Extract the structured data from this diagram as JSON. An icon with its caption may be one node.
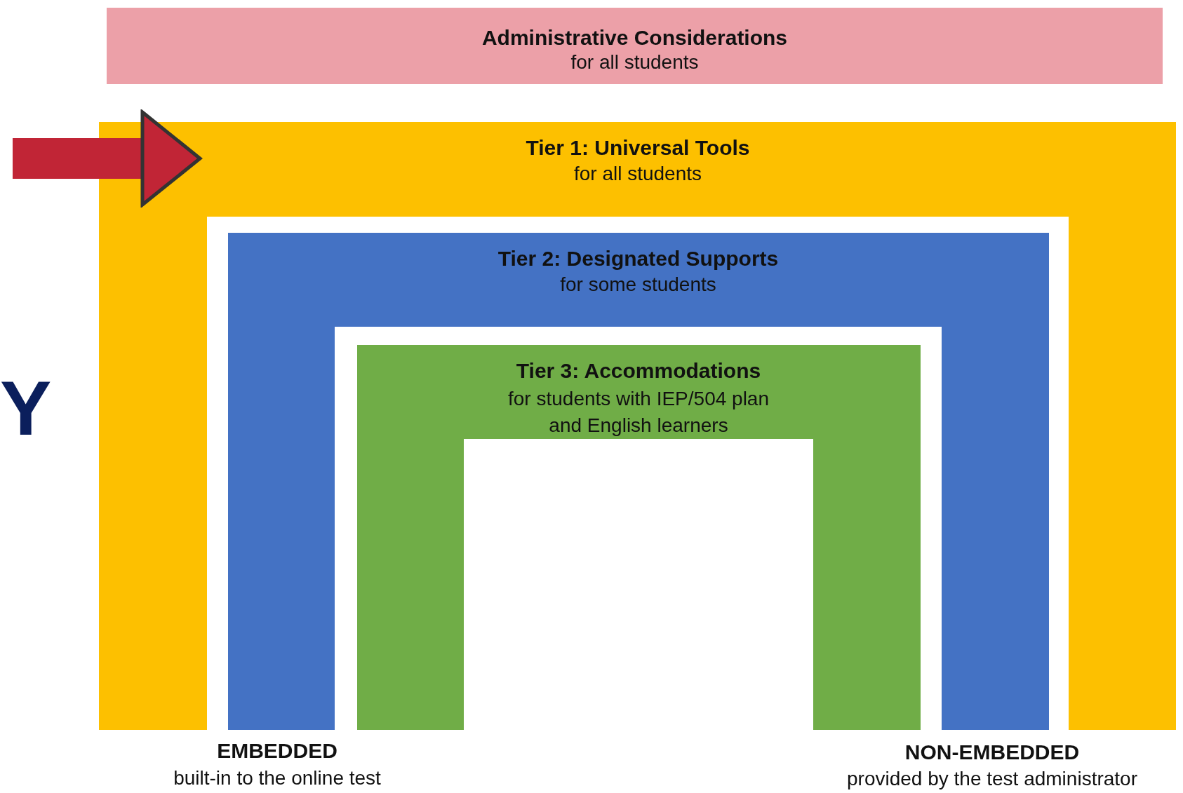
{
  "diagram": {
    "nodes": [
      {
        "text": [
          "Administrative Considerations",
          "for all students"
        ]
      },
      {
        "text": [
          "Tier 1: Universal Tools",
          "for all students"
        ]
      },
      {
        "text": [
          "Tier 2: Designated Supports",
          "for some students"
        ],
        "in": 1
      },
      {
        "text": [
          "Tier 3: Accommodations",
          "for students with IEP/504 plan and English learners"
        ],
        "in": 2
      }
    ],
    "edges": [
      {
        "from": null,
        "to": 1,
        "arrow": "to"
      }
    ],
    "labels": [
      "Y",
      "EMBEDDED",
      "built-in to the online test",
      "NON-EMBEDDED",
      "provided by the test administrator"
    ]
  }
}
